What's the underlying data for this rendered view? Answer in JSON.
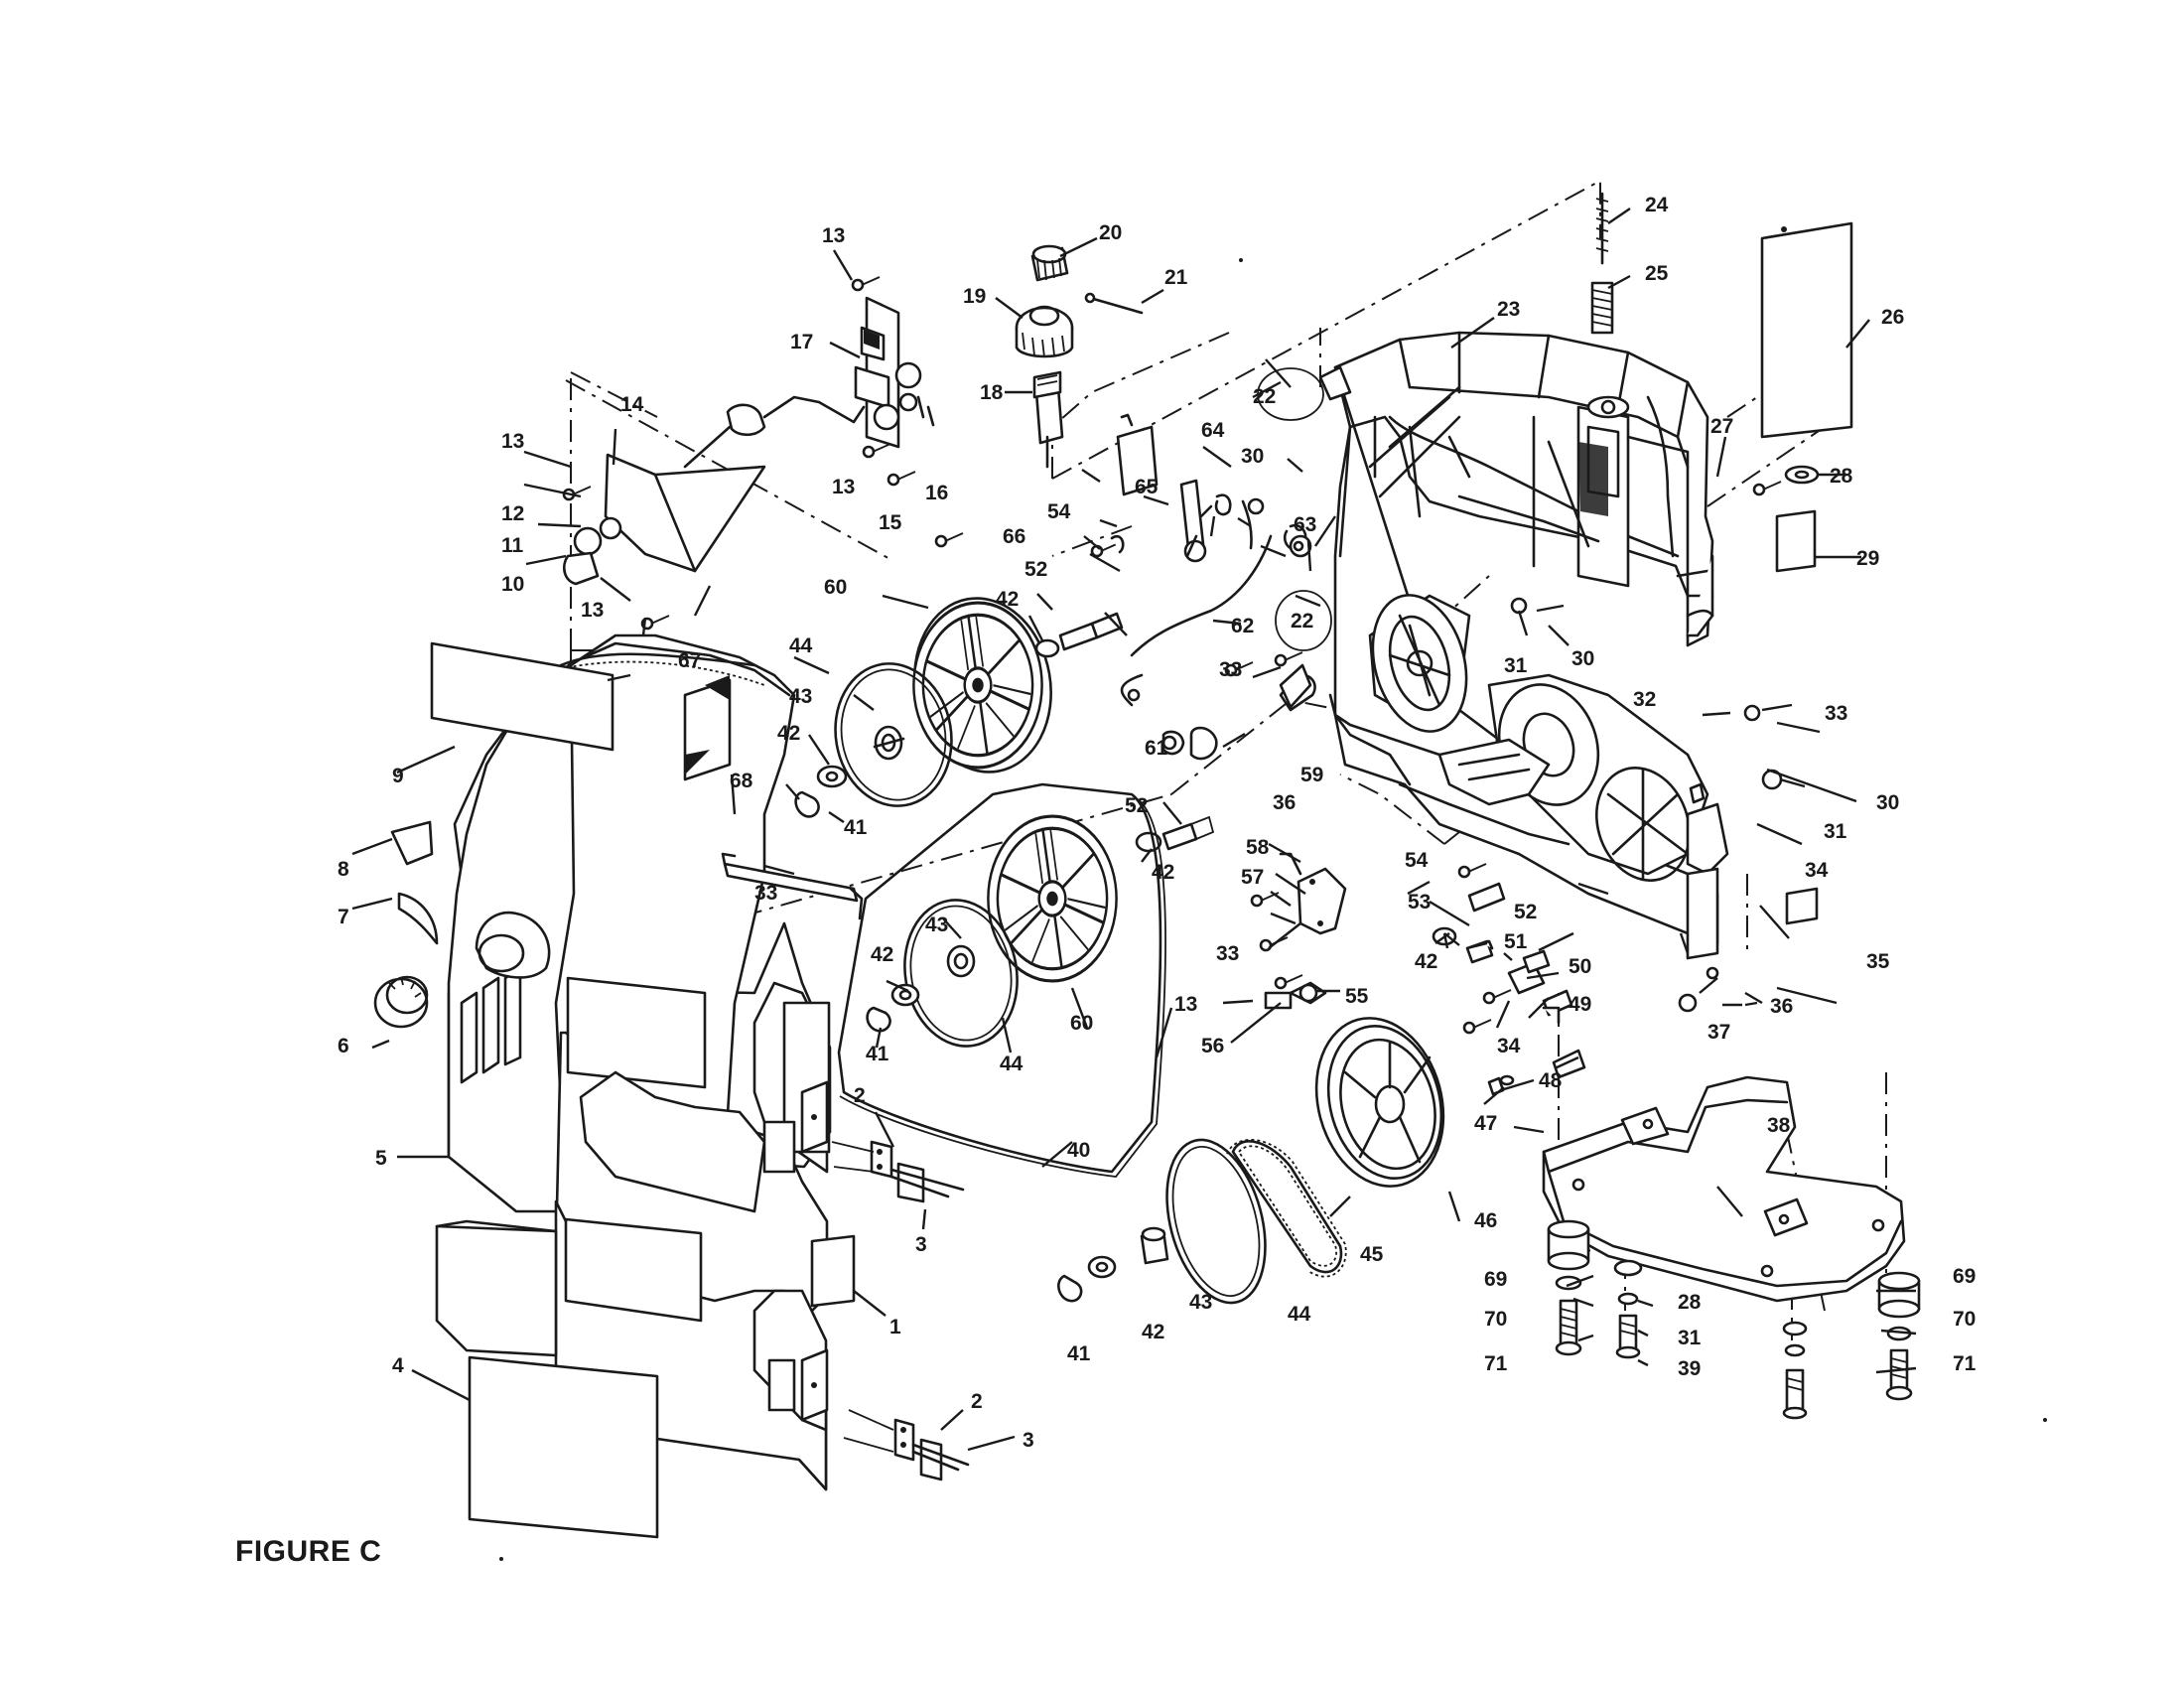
{
  "figure_title": "FIGURE C",
  "callouts": {
    "c1": "1",
    "c2a": "2",
    "c2b": "2",
    "c3a": "3",
    "c3b": "3",
    "c4": "4",
    "c5": "5",
    "c6": "6",
    "c7": "7",
    "c8": "8",
    "c9": "9",
    "c10": "10",
    "c11": "11",
    "c12": "12",
    "c13a": "13",
    "c13b": "13",
    "c13c": "13",
    "c13d": "13",
    "c13e": "13",
    "c14": "14",
    "c15": "15",
    "c16": "16",
    "c17": "17",
    "c18": "18",
    "c19": "19",
    "c20": "20",
    "c21": "21",
    "c22a": "22",
    "c22b": "22",
    "c23": "23",
    "c24": "24",
    "c25": "25",
    "c26": "26",
    "c27": "27",
    "c28a": "28",
    "c28b": "28",
    "c29": "29",
    "c30a": "30",
    "c30b": "30",
    "c30c": "30",
    "c31a": "31",
    "c31b": "31",
    "c31c": "31",
    "c32": "32",
    "c33a": "33",
    "c33b": "33",
    "c33c": "33",
    "c33d": "33",
    "c34a": "34",
    "c34b": "34",
    "c35": "35",
    "c36a": "36",
    "c36b": "36",
    "c37": "37",
    "c38": "38",
    "c39": "39",
    "c40": "40",
    "c41a": "41",
    "c41b": "41",
    "c41c": "41",
    "c42a": "42",
    "c42b": "42",
    "c42c": "42",
    "c42d": "42",
    "c42e": "42",
    "c42f": "42",
    "c43a": "43",
    "c43b": "43",
    "c43c": "43",
    "c44a": "44",
    "c44b": "44",
    "c44c": "44",
    "c45": "45",
    "c46": "46",
    "c47": "47",
    "c48": "48",
    "c49": "49",
    "c50": "50",
    "c51": "51",
    "c52a": "52",
    "c52b": "52",
    "c52c": "52",
    "c53": "53",
    "c54a": "54",
    "c54b": "54",
    "c55": "55",
    "c56": "56",
    "c57": "57",
    "c58": "58",
    "c59": "59",
    "c60a": "60",
    "c60b": "60",
    "c61": "61",
    "c62": "62",
    "c63": "63",
    "c64": "64",
    "c65": "65",
    "c66": "66",
    "c67": "67",
    "c68": "68",
    "c69a": "69",
    "c69b": "69",
    "c70a": "70",
    "c70b": "70",
    "c71a": "71",
    "c71b": "71"
  }
}
